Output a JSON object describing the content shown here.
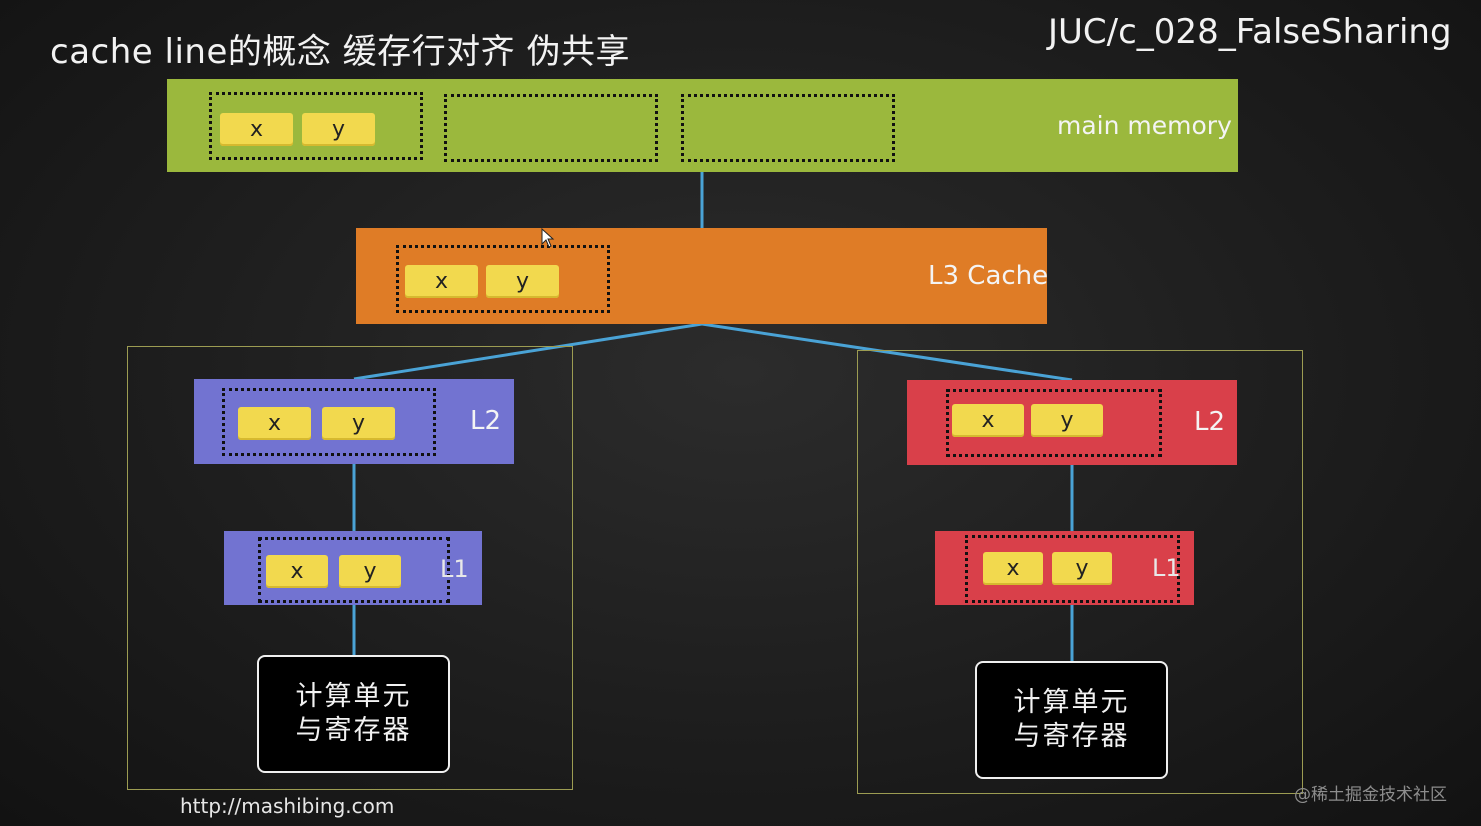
{
  "title": "cache line的概念 缓存行对齐 伪共享",
  "code_ref": "JUC/c_028_FalseSharing",
  "footer_url": "http://mashibing.com",
  "watermark": "@稀土掘金技术社区",
  "main_memory": {
    "label": "main memory",
    "lines": [
      {
        "cells": [
          "x",
          "y"
        ]
      },
      {
        "cells": []
      },
      {
        "cells": []
      }
    ]
  },
  "l3": {
    "label": "L3 Cache",
    "cells": [
      "x",
      "y"
    ]
  },
  "cores": [
    {
      "l2": {
        "label": "L2",
        "cells": [
          "x",
          "y"
        ]
      },
      "l1": {
        "label": "L1",
        "cells": [
          "x",
          "y"
        ]
      },
      "cpu": {
        "line1": "计算单元",
        "line2": "与寄存器"
      }
    },
    {
      "l2": {
        "label": "L2",
        "cells": [
          "x",
          "y"
        ]
      },
      "l1": {
        "label": "L1",
        "cells": [
          "x",
          "y"
        ]
      },
      "cpu": {
        "line1": "计算单元",
        "line2": "与寄存器"
      }
    }
  ],
  "colors": {
    "main_memory": "#9bb83d",
    "l3": "#df7c26",
    "core_left": "#7273d1",
    "core_right": "#d9404a",
    "cell": "#f2d94e",
    "connector": "#4aa3d6"
  }
}
